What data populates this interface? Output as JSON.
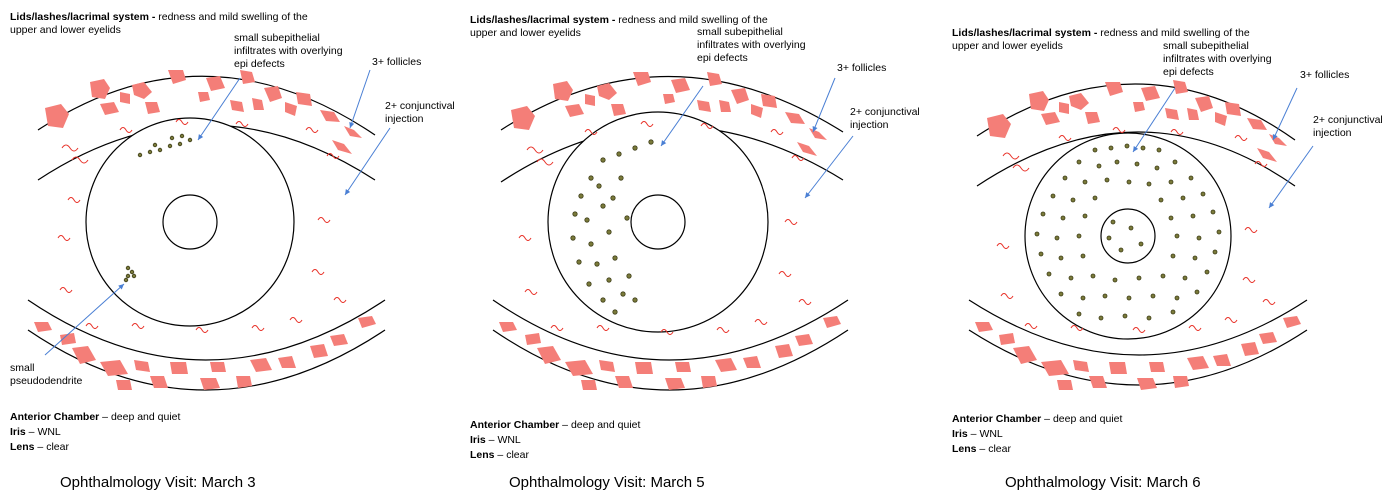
{
  "panels": [
    {
      "lids_label": "Lids/lashes/lacrimal system -",
      "lids_text": " redness and mild swelling of the upper and lower eyelids",
      "infiltrates": "small subepithelial infiltrates with overlying epi defects",
      "follicles": "3+ follicles",
      "injection": "2+ conjunctival injection",
      "pseudodendrite": "small pseudodendrite",
      "ac_label": "Anterior Chamber",
      "ac_text": " – deep and quiet",
      "iris_label": "Iris",
      "iris_text": " – WNL",
      "lens_label": "Lens",
      "lens_text": " – clear",
      "caption": "Ophthalmology Visit: March 3"
    },
    {
      "lids_label": "Lids/lashes/lacrimal system -",
      "lids_text": " redness and mild swelling of the upper and lower eyelids",
      "infiltrates": "small subepithelial infiltrates with overlying epi defects",
      "follicles": "3+ follicles",
      "injection": "2+ conjunctival injection",
      "ac_label": "Anterior Chamber",
      "ac_text": " – deep and quiet",
      "iris_label": "Iris",
      "iris_text": " – WNL",
      "lens_label": "Lens",
      "lens_text": " – clear",
      "caption": "Ophthalmology Visit: March 5"
    },
    {
      "lids_label": "Lids/lashes/lacrimal system -",
      "lids_text": " redness and mild swelling of the upper and lower eyelids",
      "infiltrates": "small subepithelial infiltrates with overlying epi defects",
      "follicles": "3+ follicles",
      "injection": "2+ conjunctival injection",
      "ac_label": "Anterior Chamber",
      "ac_text": " – deep and quiet",
      "iris_label": "Iris",
      "iris_text": " – WNL",
      "lens_label": "Lens",
      "lens_text": " – clear",
      "caption": "Ophthalmology Visit: March 6"
    }
  ],
  "colors": {
    "follicle": "#f47e78",
    "vessel": "#e8332a",
    "arrow": "#4a7fd4",
    "dot_fill": "#7a7a3a",
    "dot_stroke": "#3f3f1a"
  }
}
